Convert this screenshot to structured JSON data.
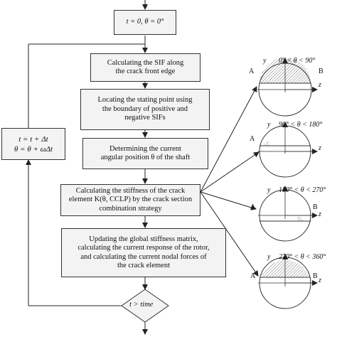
{
  "boxes": {
    "init": {
      "lines": [
        "t = 0, θ = 0°"
      ]
    },
    "sif": {
      "lines": [
        "Calculating the SIF along",
        "the crack front edge"
      ]
    },
    "locate": {
      "lines": [
        "Locating the stating point using",
        "the boundary of positive and",
        "negative SIFs"
      ]
    },
    "angular": {
      "lines": [
        "Determining the current",
        "angular position  θ  of the shaft"
      ]
    },
    "stiffness": {
      "lines": [
        "Calculating the stiffness of the crack",
        "element  K(θ, CCLP) by the crack section",
        "combination strategy"
      ]
    },
    "update": {
      "lines": [
        "Updating the global stiffness matrix,",
        "calculating the current response of the rotor,",
        "and calculating the current nodal forces of",
        "the crack element"
      ]
    },
    "loop": {
      "lines": [
        "t = t + Δt",
        "θ = θ + ωΔt"
      ]
    }
  },
  "decision": {
    "text": "t > time"
  },
  "crack_states": [
    {
      "range": "0° < θ < 90°",
      "y_label": "y",
      "z_label": "z",
      "point_a": "A",
      "point_b": "B"
    },
    {
      "range": "90° < θ < 180°",
      "y_label": "y",
      "z_label": "z",
      "point_a": "A",
      "point_b": ""
    },
    {
      "range": "180° < θ < 270°",
      "y_label": "y",
      "z_label": "z",
      "point_a": "A",
      "point_b": "B"
    },
    {
      "range": "270° < θ < 360°",
      "y_label": "y",
      "z_label": "z",
      "point_a": "A",
      "point_b": "B"
    }
  ]
}
